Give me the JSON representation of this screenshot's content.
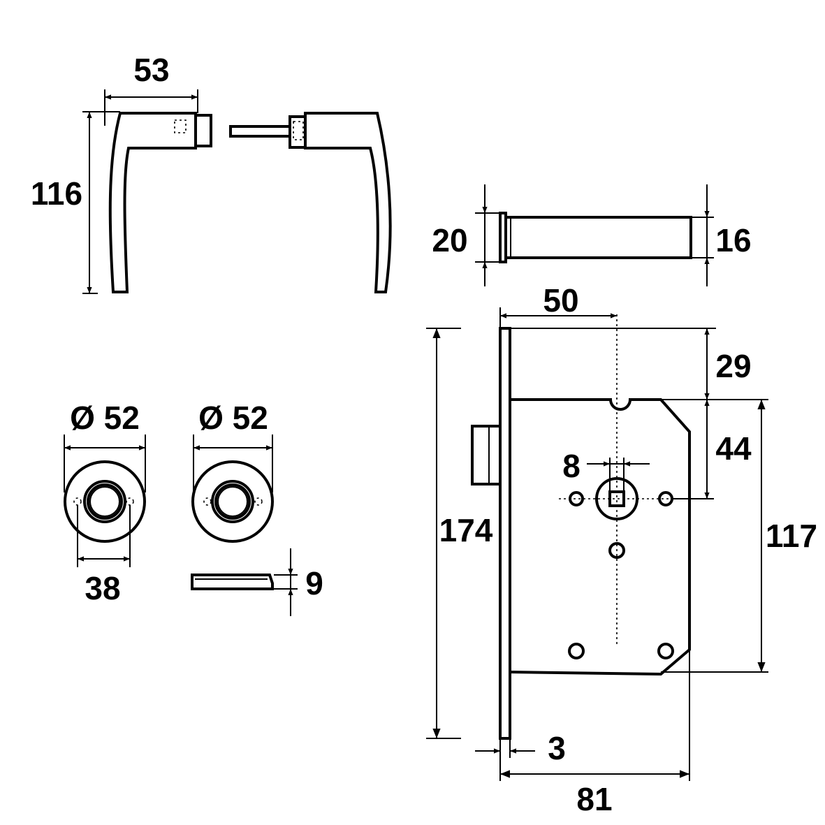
{
  "drawing": {
    "handles": {
      "width_label": "53",
      "height_label": "116"
    },
    "spindle": {
      "left_label": "20",
      "right_label": "16"
    },
    "rosettes": {
      "left_diameter_label": "Ø 52",
      "right_diameter_label": "Ø 52",
      "hole_spacing_label": "38",
      "thickness_label": "9"
    },
    "lock": {
      "backset_label": "50",
      "top_to_case_label": "29",
      "case_to_follower_label": "44",
      "follower_label": "8",
      "faceplate_length_label": "174",
      "case_height_label": "117",
      "faceplate_thickness_label": "3",
      "depth_label": "81"
    }
  }
}
